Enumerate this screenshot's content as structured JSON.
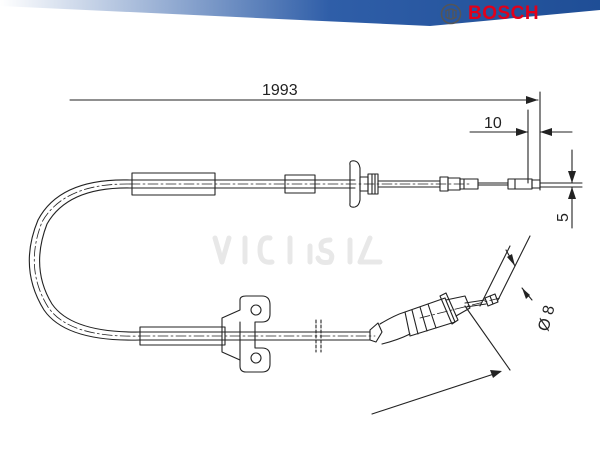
{
  "header": {
    "brand_name": "BOSCH",
    "logo_icon": "bosch-armature-icon",
    "band_color": "#1f4e96",
    "brand_color": "#e2001a"
  },
  "drawing": {
    "component": "handbrake-cable",
    "line_color": "#222222",
    "watermark_color": "#e6e6e6",
    "dimensions": {
      "overall_length": "1993",
      "end_fitting_length": "10",
      "end_offset": "5",
      "diameter": "Ø 8"
    }
  }
}
